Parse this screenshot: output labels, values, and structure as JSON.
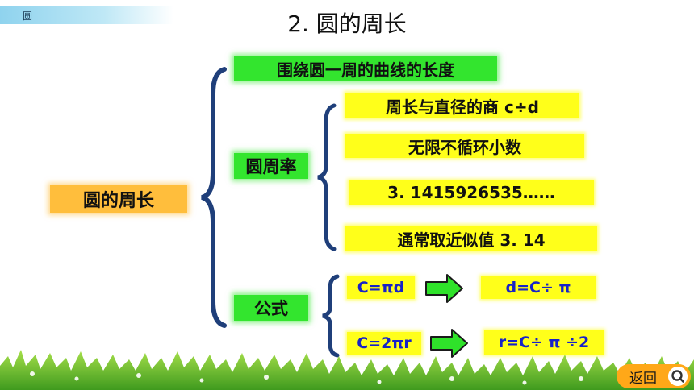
{
  "header": {
    "tag": "圆",
    "title": "2. 圆的周长"
  },
  "root": {
    "label": "圆的周长"
  },
  "definition": {
    "label": "围绕圆一周的曲线的长度"
  },
  "pi_section": {
    "label": "圆周率",
    "items": [
      "周长与直径的商  c÷d",
      "无限不循环小数",
      "3. 1415926535……",
      "通常取近似值   3. 14"
    ]
  },
  "formula_section": {
    "label": "公式",
    "rows": [
      {
        "left": "C=πd",
        "right": "d=C÷ π"
      },
      {
        "left": "C=2πr",
        "right": "r=C÷ π ÷2"
      }
    ]
  },
  "footer": {
    "back_label": "返回"
  },
  "colors": {
    "green": "#33e52e",
    "yellow": "#ffff1a",
    "orange": "#ffbe3c",
    "brace": "#1f3f7a",
    "formula_text": "#1722c8"
  }
}
